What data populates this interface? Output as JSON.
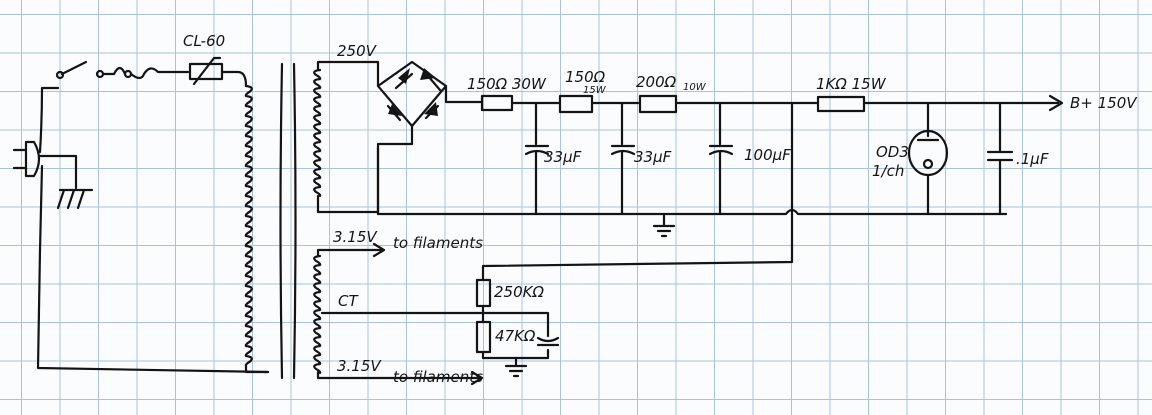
{
  "labels": {
    "cl60": "CL-60",
    "v250": "250V",
    "r1": "150Ω 30W",
    "r2_a": "150Ω",
    "r2_b": "15W",
    "r3_a": "200Ω",
    "r3_b": "10W",
    "r4": "1KΩ 15W",
    "out": "B+ 150V",
    "c1": "33µF",
    "c2": "33µF",
    "c3": "100µF",
    "tube_a": "OD3",
    "tube_b": "1/ch",
    "c4": ".1µF",
    "fil_v1": "3.15V",
    "fil_to1": "to filaments",
    "ct": "CT",
    "fil_v2": "3.15V",
    "fil_to2": "to filaments",
    "r5": "250KΩ",
    "r6": "47KΩ"
  }
}
